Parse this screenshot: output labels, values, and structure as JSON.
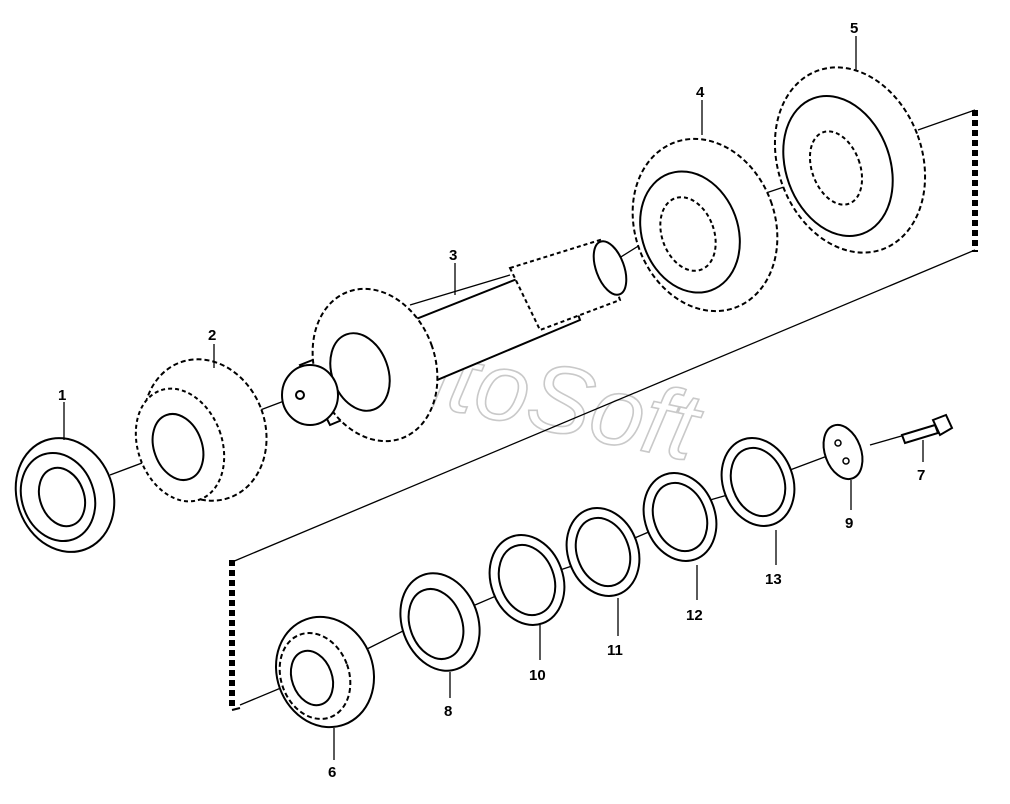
{
  "watermark": "AutoSoft",
  "callouts": [
    {
      "id": "1",
      "text": "1"
    },
    {
      "id": "2",
      "text": "2"
    },
    {
      "id": "3",
      "text": "3"
    },
    {
      "id": "4",
      "text": "4"
    },
    {
      "id": "5",
      "text": "5"
    },
    {
      "id": "6",
      "text": "6"
    },
    {
      "id": "7",
      "text": "7"
    },
    {
      "id": "8",
      "text": "8"
    },
    {
      "id": "9",
      "text": "9"
    },
    {
      "id": "10",
      "text": "10"
    },
    {
      "id": "11",
      "text": "11"
    },
    {
      "id": "12",
      "text": "12"
    },
    {
      "id": "13",
      "text": "13"
    }
  ],
  "colors": {
    "line": "#000000",
    "part_fill": "#ffffff",
    "watermark": "#c9c9c9"
  }
}
